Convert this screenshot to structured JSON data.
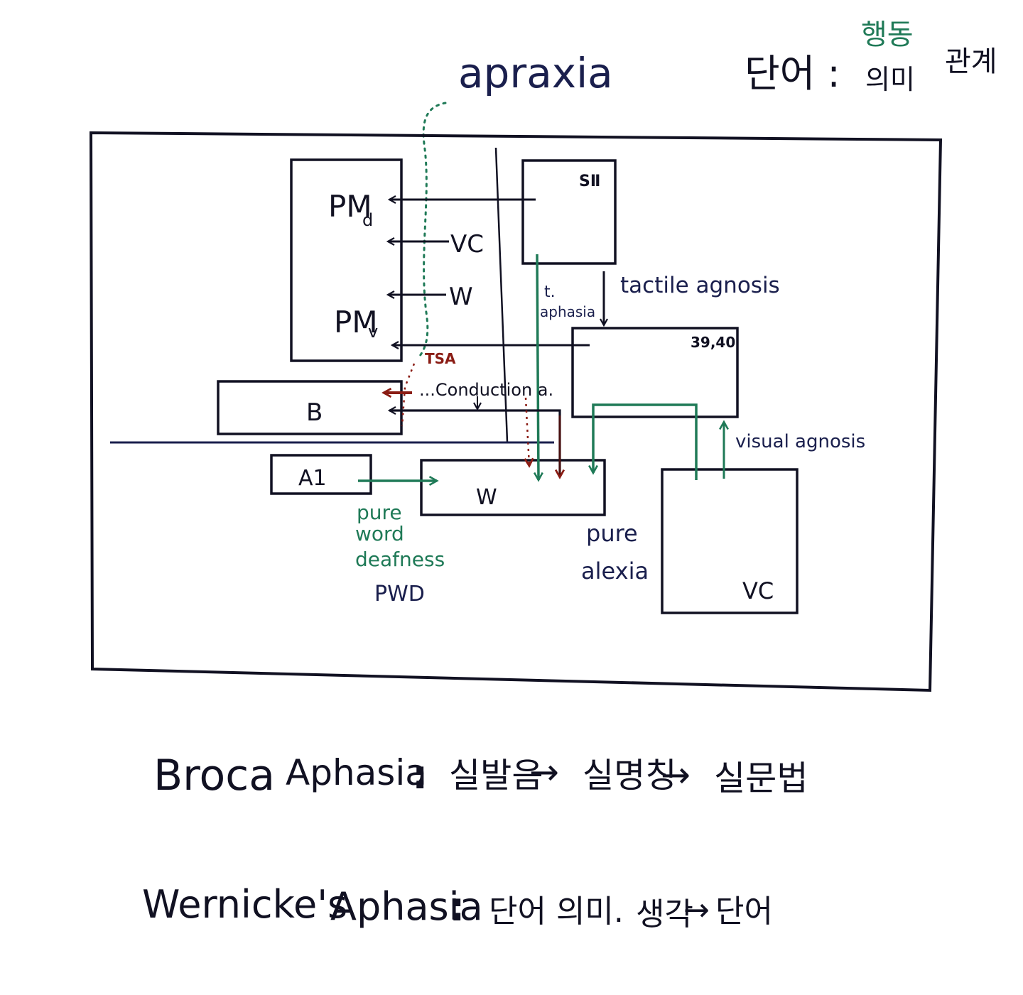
{
  "header": {
    "apraxia": "apraxia",
    "word_label": "단어 :",
    "action": "행동",
    "meaning": "의미",
    "relation": "관계"
  },
  "diagram": {
    "boxes": {
      "pm_main": "PM",
      "pm_d_sub": "d",
      "pm_v_sub": "v",
      "s2": "SⅡ",
      "b": "B",
      "a1": "A1",
      "w": "W",
      "area3940": "39,40",
      "vc": "VC"
    },
    "arrow_labels": {
      "vc": "VC",
      "w": "W",
      "tsa": "TSA",
      "conduction": "...Conduction a.",
      "t_aphasia_t": "t.",
      "t_aphasia": "aphasia",
      "tactile_agnosis": "tactile agnosis",
      "visual_agnosis": "visual agnosis",
      "pure_word_deafness": [
        "pure",
        "word",
        "deafness"
      ],
      "pwd": "PWD",
      "pure_alexia": [
        "pure",
        "alexia"
      ]
    }
  },
  "notes": {
    "broca_title": "Broca",
    "broca_aphasia": "Aphasia",
    "broca_colon": ":",
    "broca_steps": [
      "실발음",
      "실명칭",
      "실문법"
    ],
    "arrow": "→",
    "wernicke_title": "Wernicke's",
    "wernicke_aphasia": "Aphasia",
    "wernicke_colon": ":",
    "wernicke_text1": "단어 의미.",
    "wernicke_text2": "생각",
    "wernicke_text3": "단어"
  },
  "colors": {
    "ink": "#111122",
    "navy": "#1a1f4d",
    "green": "#1f7a57",
    "red": "#8a1c14"
  }
}
